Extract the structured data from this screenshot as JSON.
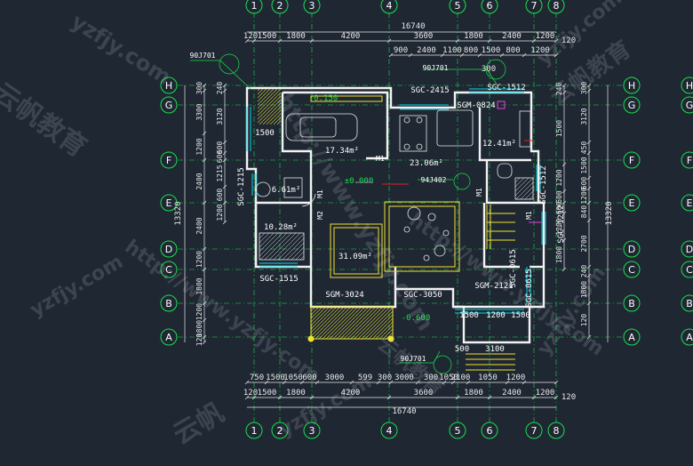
{
  "colors": {
    "background": "#1f2733",
    "grid_axis": "#19e04a",
    "dimension": "#e8e8e8",
    "wall": "#f2f2f2",
    "window": "#00d8e8",
    "label": "#ffffff",
    "yellow": "#f0e030",
    "magenta": "#e040e0",
    "red": "#e02020",
    "watermark": "#dde3ec"
  },
  "axes": {
    "columns": [
      "1",
      "2",
      "3",
      "4",
      "5",
      "6",
      "7",
      "8"
    ],
    "rows_left": [
      "H",
      "G",
      "F",
      "E",
      "D",
      "C",
      "B",
      "A"
    ],
    "rows_right": [
      "H",
      "G",
      "F",
      "E",
      "D",
      "C",
      "B",
      "A"
    ]
  },
  "dimensions": {
    "top_total": "16740",
    "top_row1": [
      "120",
      "1500",
      "1800",
      "4200",
      "3600",
      "1800",
      "2400",
      "1200"
    ],
    "top_row1_end": "120",
    "top_row2": [
      "900",
      "2400",
      "1100",
      "800",
      "1500",
      "800",
      "1200"
    ],
    "top_300": "300",
    "bottom_total": "16740",
    "bottom_row1": [
      "120",
      "1500",
      "1800",
      "4200",
      "3600",
      "1800",
      "2400",
      "1200"
    ],
    "bottom_row1_end": "120",
    "bottom_row2": [
      "750",
      "1500",
      "1050",
      "600",
      "3000",
      "599",
      "300",
      "3000",
      "300",
      "1050",
      "2100",
      "1050",
      "1200"
    ],
    "left_total": "13320",
    "left_col1": [
      "300",
      "3300",
      "1200",
      "2400",
      "2400",
      "1200",
      "1800",
      "1200",
      "1800",
      "120"
    ],
    "left_col2": [
      "240",
      "3120",
      "600",
      "600",
      "1215",
      "600",
      "1200"
    ],
    "right_total": "13320",
    "right_col1": [
      "300",
      "3120",
      "450",
      "1500",
      "600",
      "1200",
      "840",
      "2700",
      "240",
      "1800",
      "120"
    ],
    "right_col2": [
      "240",
      "1500",
      "1200",
      "600",
      "600",
      "1200",
      "1800"
    ]
  },
  "labels": {
    "area_garage": "17.34m²",
    "area_living": "23.06m²",
    "area_kitchen": "12.41m²",
    "area_room1": "6.61m²",
    "area_room2": "10.28m²",
    "area_hall": "31.09m²",
    "level_garage": "-0.150",
    "level_main": "±0.000",
    "level_porch": "-0.600",
    "dim_1500": "1500",
    "sgc_2415": "SGC-2415",
    "sgc_1512_top": "SGC-1512",
    "sgm_0824": "SGM-0824",
    "sgc_1215": "SGC-1215",
    "sgc_1512_right": "SGC-1512",
    "sgc_1212": "SGC-1212",
    "sgc_1515": "SGC-1515",
    "sgm_3024": "SGM-3024",
    "sgc_3050": "SGC-3050",
    "sgm_2121": "SGM-2121",
    "sgc_0615_a": "SGC-0615",
    "sgc_0615_b": "SGC-0615",
    "m1_a": "M1",
    "m1_b": "M1",
    "m1_c": "M1",
    "m1_d": "M1",
    "m2": "M2",
    "ref_90j701_tl": "90J701",
    "ref_90j701_top": "90J701",
    "ref_90j701_bottom": "90J701",
    "ref_94j402": "94J402",
    "bath_1500": "1500",
    "bath_1200": "1200",
    "bath_1500b": "1500",
    "dim_3100": "3100",
    "dim_500": "500"
  },
  "watermarks": {
    "url": "http://www.yzfjy.com",
    "url_short": "yzfjy.com",
    "brand": "云帆教育",
    "brand_short": "云帆"
  }
}
